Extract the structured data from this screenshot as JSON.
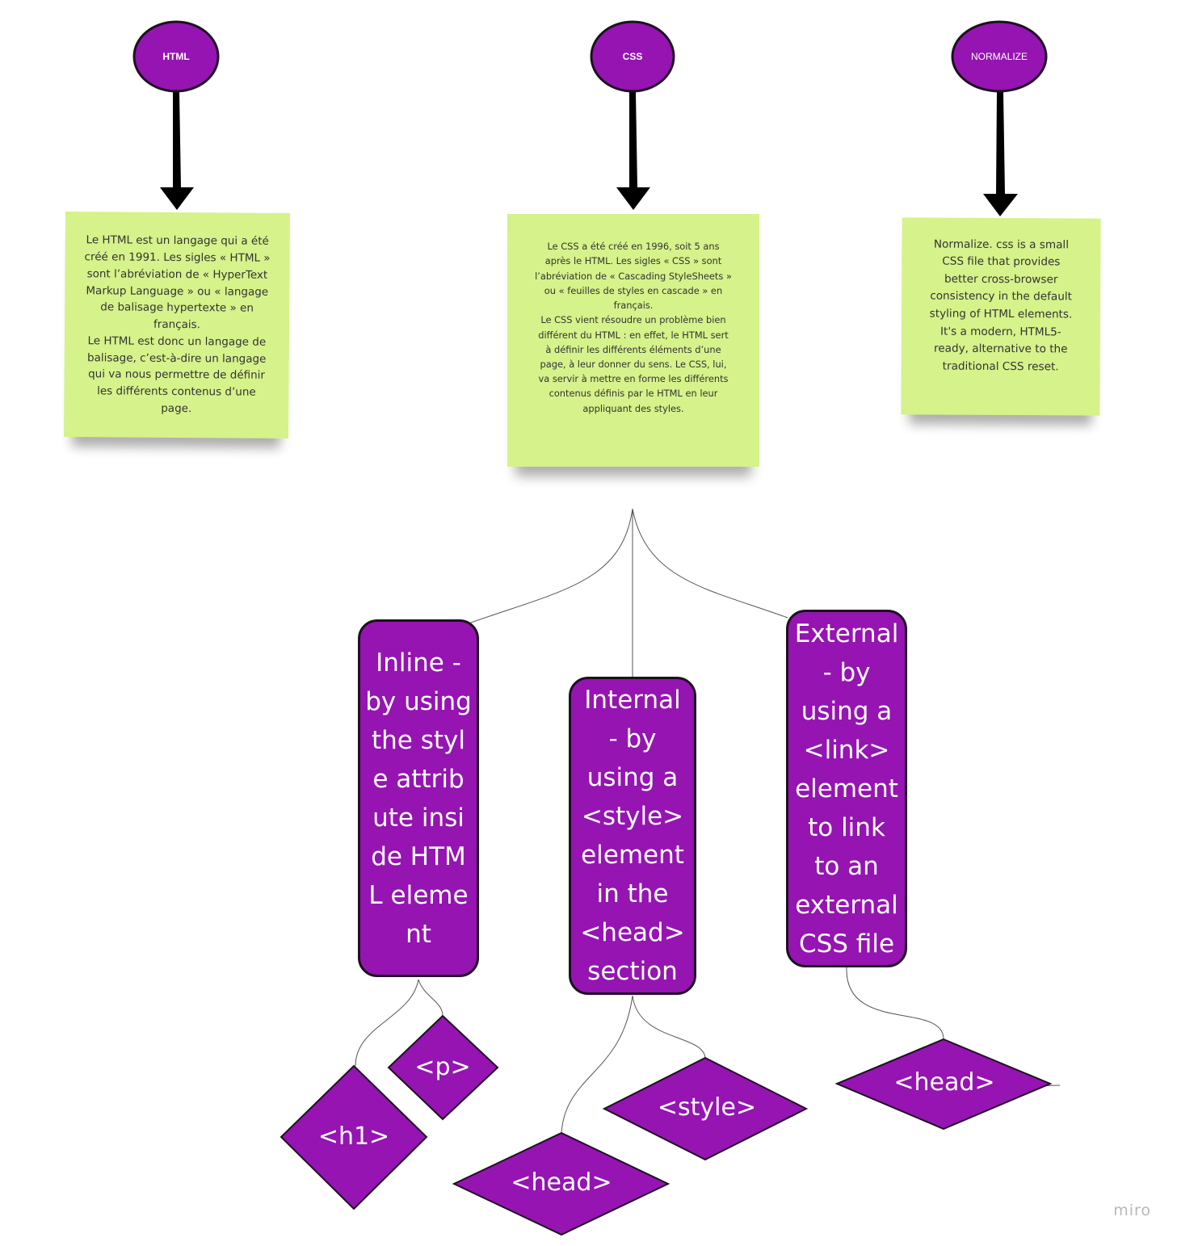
{
  "colors": {
    "node_fill": "#9514b2",
    "node_stroke": "#1d1020",
    "sticky_fill": "#d6f28a",
    "text_light": "#ffffff",
    "arrow": "#000000",
    "connector": "#555555"
  },
  "topics": [
    {
      "label": "HTML",
      "note": "Le HTML est un langage qui a été\ncréé en 1991. Les sigles « HTML »\nsont l’abréviation de « HyperText\nMarkup Language » ou « langage\nde balisage hypertexte » en\nfrançais.\nLe HTML est donc un langage de\nbalisage, c’est-à-dire un langage\nqui va nous permettre de définir\nles différents contenus d’une\npage."
    },
    {
      "label": "CSS",
      "note": "Le CSS a été créé en 1996, soit 5 ans\naprès le HTML. Les sigles « CSS » sont\nl’abréviation de « Cascading StyleSheets »\nou « feuilles de styles en cascade » en\nfrançais.\nLe CSS vient résoudre un problème bien\ndifférent du HTML : en effet, le HTML sert\nà définir les différents éléments d’une\npage, à leur donner du sens. Le CSS, lui,\nva servir à mettre en forme les différents\ncontenus définis par le HTML en leur\nappliquant des styles."
    },
    {
      "label": "NORMALIZE",
      "note": "Normalize. css is a small\nCSS file that provides\nbetter cross-browser\nconsistency in the default\nstyling of HTML elements.\nIt's a modern, HTML5-\nready, alternative to the\ntraditional CSS reset."
    }
  ],
  "methods": [
    {
      "label": "Inline - by using the style attribute inside HTML element"
    },
    {
      "label": "Internal - by using a <style> element in the <head> section"
    },
    {
      "label": "External - by using a <link> element to link to an external CSS file"
    }
  ],
  "tags": {
    "inline": [
      "<h1>",
      "<p>"
    ],
    "internal": [
      "<head>",
      "<style>"
    ],
    "external": [
      "<head>"
    ]
  },
  "watermark": "miro"
}
